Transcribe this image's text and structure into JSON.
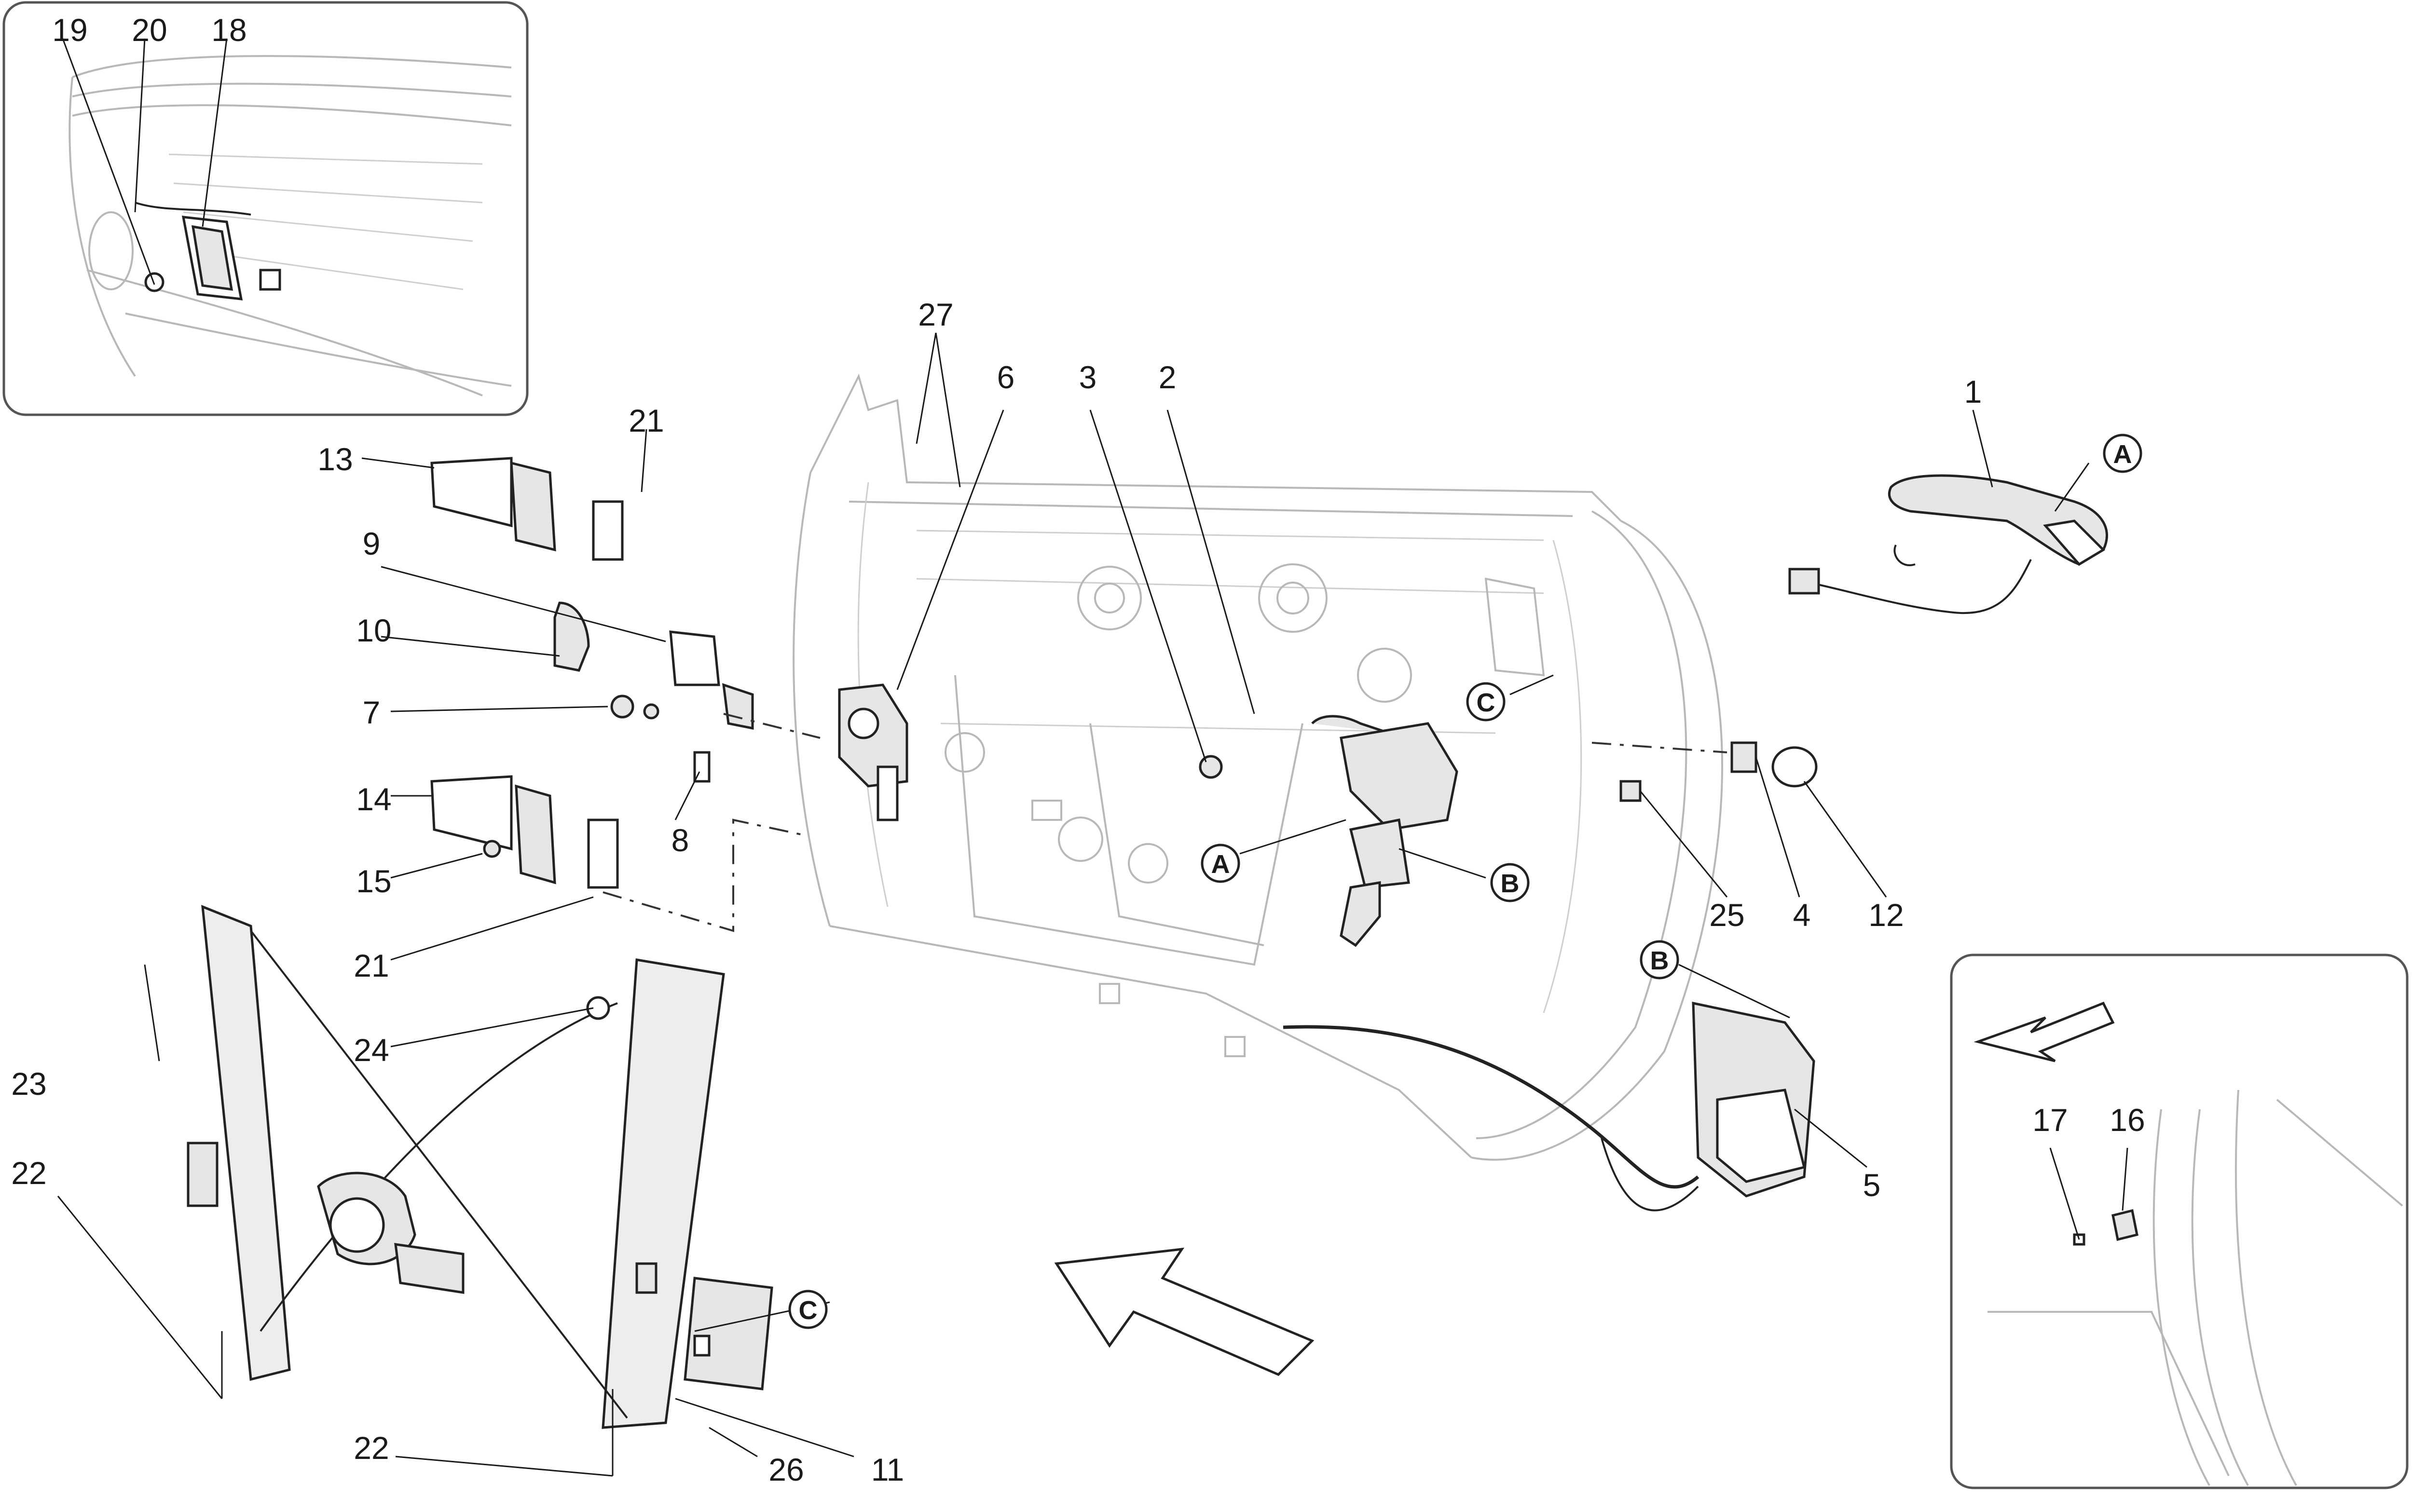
{
  "callouts": [
    {
      "id": "n19",
      "text": "19"
    },
    {
      "id": "n20",
      "text": "20"
    },
    {
      "id": "n18",
      "text": "18"
    },
    {
      "id": "n27",
      "text": "27"
    },
    {
      "id": "n6",
      "text": "6"
    },
    {
      "id": "n3",
      "text": "3"
    },
    {
      "id": "n2",
      "text": "2"
    },
    {
      "id": "n1",
      "text": "1"
    },
    {
      "id": "n13",
      "text": "13"
    },
    {
      "id": "n21a",
      "text": "21"
    },
    {
      "id": "n9",
      "text": "9"
    },
    {
      "id": "n10",
      "text": "10"
    },
    {
      "id": "n7",
      "text": "7"
    },
    {
      "id": "n8",
      "text": "8"
    },
    {
      "id": "n14",
      "text": "14"
    },
    {
      "id": "n15",
      "text": "15"
    },
    {
      "id": "n21b",
      "text": "21"
    },
    {
      "id": "n24",
      "text": "24"
    },
    {
      "id": "n23",
      "text": "23"
    },
    {
      "id": "n22a",
      "text": "22"
    },
    {
      "id": "n22b",
      "text": "22"
    },
    {
      "id": "n26",
      "text": "26"
    },
    {
      "id": "n11",
      "text": "11"
    },
    {
      "id": "n25",
      "text": "25"
    },
    {
      "id": "n4",
      "text": "4"
    },
    {
      "id": "n12",
      "text": "12"
    },
    {
      "id": "n5",
      "text": "5"
    },
    {
      "id": "n17",
      "text": "17"
    },
    {
      "id": "n16",
      "text": "16"
    }
  ],
  "reference_markers": [
    {
      "id": "A_top",
      "text": "A"
    },
    {
      "id": "A_mid",
      "text": "A"
    },
    {
      "id": "B_mid",
      "text": "B"
    },
    {
      "id": "B_low",
      "text": "B"
    },
    {
      "id": "C_top",
      "text": "C"
    },
    {
      "id": "C_low",
      "text": "C"
    }
  ],
  "icons": {
    "direction_arrow": "large-outline-arrow-icon",
    "inset_arrow": "small-outline-arrow-icon"
  },
  "colors": {
    "line": "#222222",
    "part_fill": "#e6e6e6",
    "ghost_line": "#b8b8b8"
  }
}
